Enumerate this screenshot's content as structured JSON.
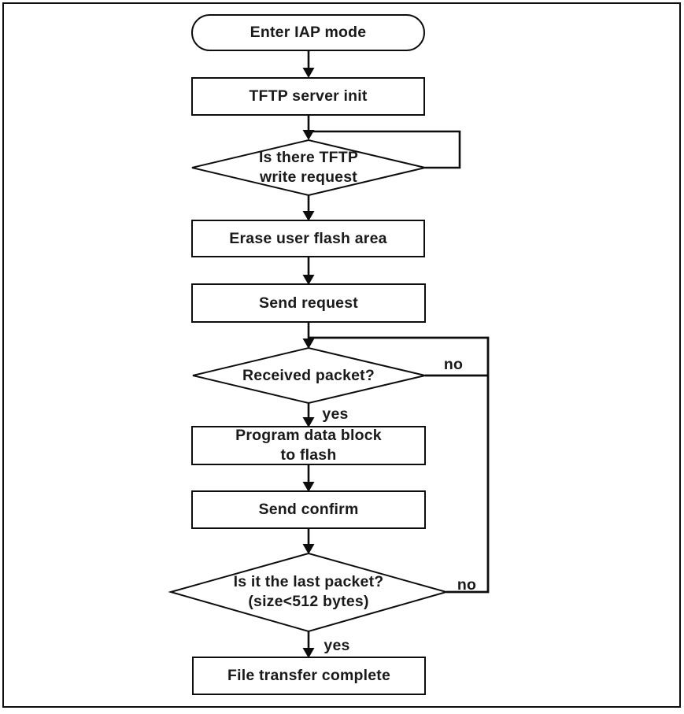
{
  "nodes": {
    "start": "Enter IAP mode",
    "tftp_server_init": "TFTP server init",
    "tftp_write_request_decision": "Is there TFTP\nwrite request",
    "erase_user_flash": "Erase user flash area",
    "send_request": "Send request",
    "received_packet_decision": "Received packet?",
    "program_data_block": "Program data block\nto flash",
    "send_confirm": "Send confirm",
    "last_packet_decision": "Is it the last packet?\n(size<512 bytes)",
    "file_transfer_complete": "File transfer complete"
  },
  "edge_labels": {
    "received_packet_yes": "yes",
    "received_packet_no": "no",
    "last_packet_yes": "yes",
    "last_packet_no": "no"
  },
  "colors": {
    "line": "#0d0d0d",
    "text": "#1a1a1a",
    "background": "#ffffff"
  }
}
